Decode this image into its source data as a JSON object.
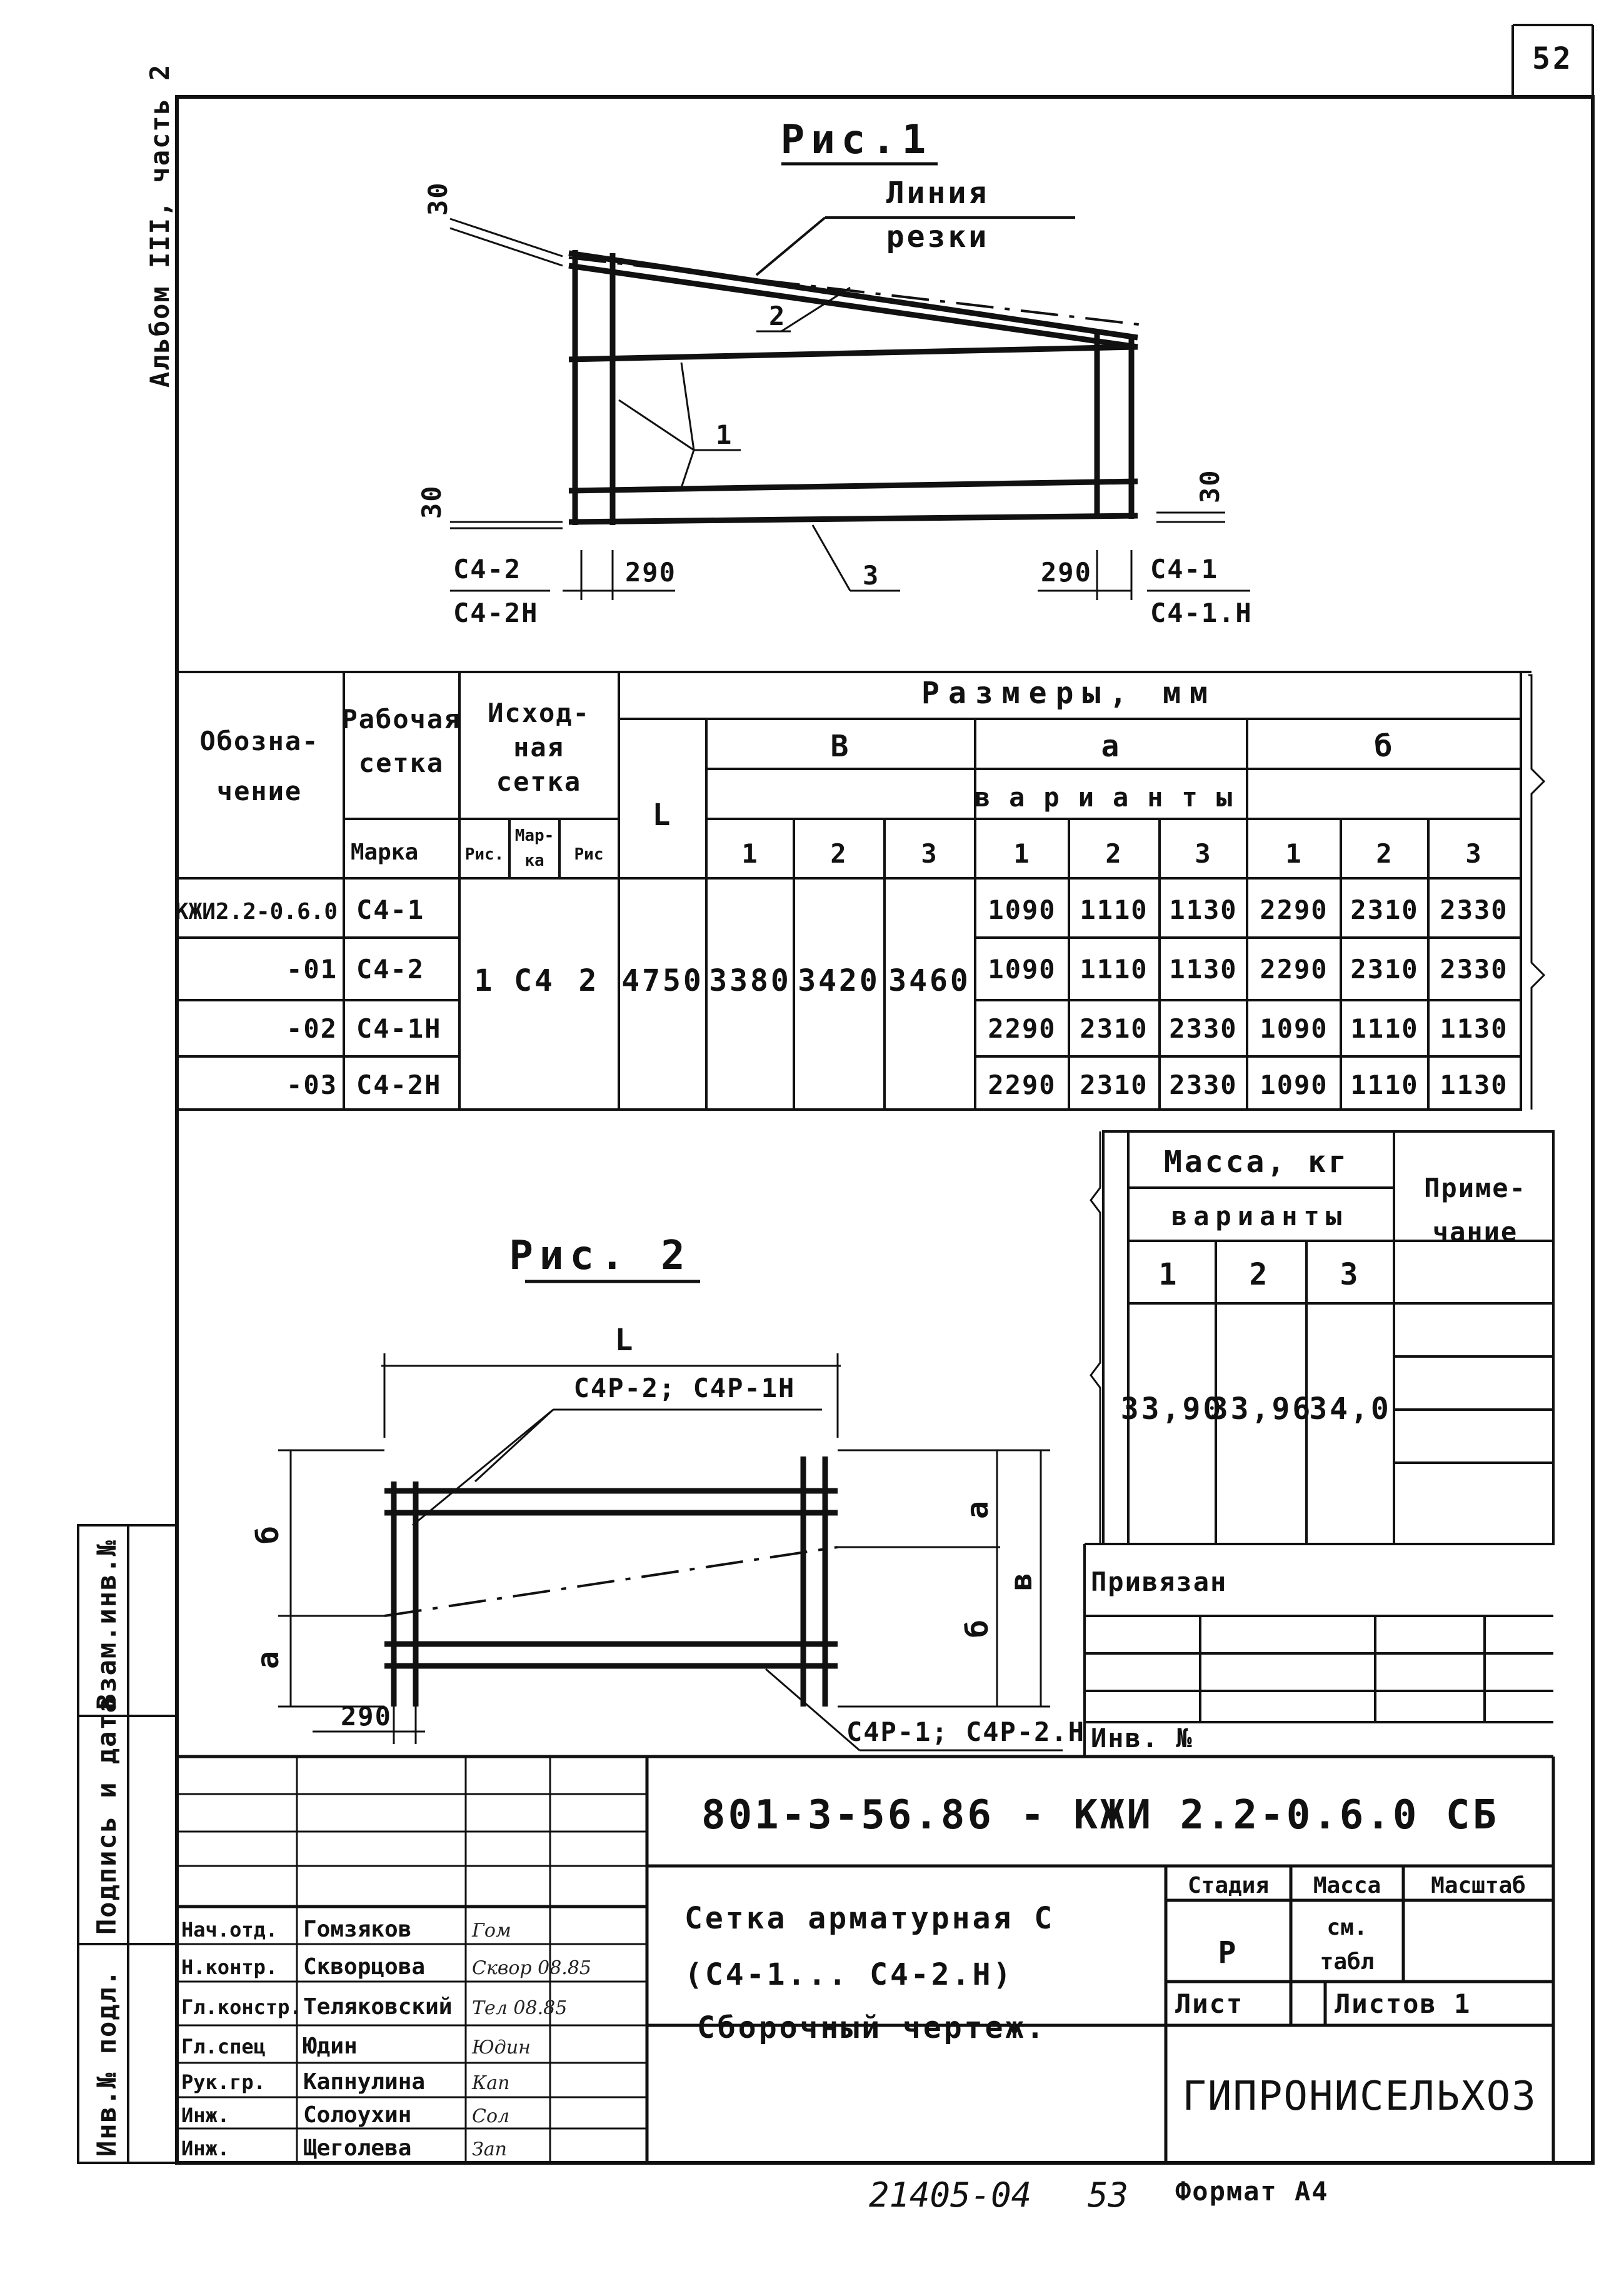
{
  "page_number": "52",
  "album": "Альбом III, часть 2",
  "fig1": {
    "title": "Рис.1",
    "cut_line": [
      "Линия",
      "резки"
    ],
    "callouts": [
      "1",
      "2",
      "3"
    ],
    "dim_30": "30",
    "dim_290": "290",
    "left_labels": [
      "С4-2",
      "С4-2Н"
    ],
    "right_labels": [
      "С4-1",
      "С4-1.Н"
    ]
  },
  "table": {
    "header": {
      "designation": [
        "Обозна-",
        "чение"
      ],
      "working_mesh": [
        "Рабочая",
        "сетка"
      ],
      "source_mesh": [
        "Исход-",
        "ная",
        "сетка"
      ],
      "sizes": "Размеры, мм",
      "L": "L",
      "B": "В",
      "a": "а",
      "b": "б",
      "variants": "варианты",
      "marka": "Марка",
      "ris": "Рис.",
      "marka_short": [
        "Мар-",
        "ка"
      ],
      "ris2": "Рис",
      "variant_numbers": [
        "1",
        "2",
        "3",
        "1",
        "2",
        "3",
        "1",
        "2",
        "3"
      ]
    },
    "rows": [
      {
        "designation": "КЖИ2.2-0.6.0",
        "mark": "С4-1",
        "a": [
          "1090",
          "1110",
          "1130"
        ],
        "b": [
          "2290",
          "2310",
          "2330"
        ]
      },
      {
        "designation": "-01",
        "mark": "С4-2",
        "a": [
          "1090",
          "1110",
          "1130"
        ],
        "b": [
          "2290",
          "2310",
          "2330"
        ]
      },
      {
        "designation": "-02",
        "mark": "С4-1Н",
        "a": [
          "2290",
          "2310",
          "2330"
        ],
        "b": [
          "1090",
          "1110",
          "1130"
        ]
      },
      {
        "designation": "-03",
        "mark": "С4-2Н",
        "a": [
          "2290",
          "2310",
          "2330"
        ],
        "b": [
          "1090",
          "1110",
          "1130"
        ]
      }
    ],
    "shared": {
      "ris": "1",
      "source_mark": "С4",
      "source_ris": "2",
      "L": "4750",
      "B": [
        "3380",
        "3420",
        "3460"
      ]
    }
  },
  "mass_table": {
    "title": "Масса, кг",
    "variants": "варианты",
    "variant_numbers": [
      "1",
      "2",
      "3"
    ],
    "values": [
      "33,90",
      "33,96",
      "34,0"
    ],
    "note": [
      "Приме-",
      "чание"
    ]
  },
  "fig2": {
    "title": "Рис. 2",
    "L": "L",
    "top_label": "С4Р-2; С4Р-1Н",
    "bottom_label": "С4Р-1; С4Р-2.Н",
    "b": "б",
    "a": "а",
    "B": "в",
    "dim_290": "290"
  },
  "binding": {
    "label": "Привязан",
    "inv": "Инв. №"
  },
  "side_stamp": [
    "Взам.инв.№",
    "Подпись и дата",
    "Инв.№ подл."
  ],
  "doc_code": "801-3-56.86 - КЖИ 2.2-0.6.0 СБ",
  "doc_title": [
    "Сетка арматурная С",
    "(С4-1... С4-2.Н)",
    "Сборочный чертеж."
  ],
  "stage": {
    "stage_label": "Стадия",
    "mass_label": "Масса",
    "scale_label": "Масштаб",
    "stage": "Р",
    "mass": [
      "см.",
      "табл"
    ],
    "sheet": "Лист",
    "sheets": "Листов 1"
  },
  "org": "ГИПРОНИСЕЛЬХОЗ",
  "signatures": [
    {
      "role": "Нач.отд.",
      "name": "Гомзяков",
      "sign": "Гом"
    },
    {
      "role": "Н.контр.",
      "name": "Скворцова",
      "sign": "Сквор 08.85"
    },
    {
      "role": "Гл.констр.",
      "name": "Теляковский",
      "sign": "Тел 08.85"
    },
    {
      "role": "Гл.спец",
      "name": "Юдин",
      "sign": "Юдин"
    },
    {
      "role": "Рук.гр.",
      "name": "Капнулина",
      "sign": "Кап"
    },
    {
      "role": "Инж.",
      "name": "Солоухин",
      "sign": "Сол"
    },
    {
      "role": "Инж.",
      "name": "Щеголева",
      "sign": "Зап"
    }
  ],
  "footer": {
    "number": "21405-04",
    "page": "53",
    "format": "Формат А4"
  }
}
